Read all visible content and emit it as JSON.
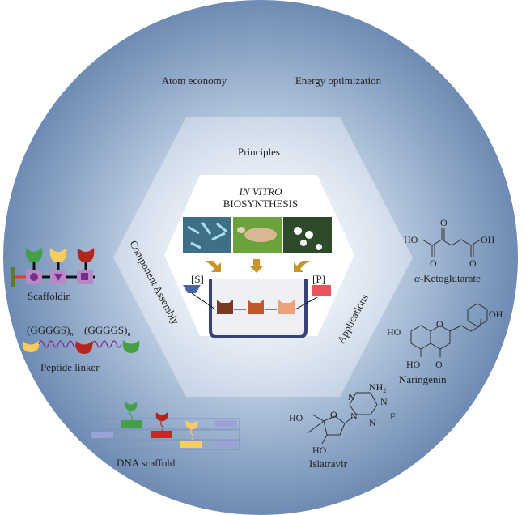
{
  "outer_ring": {
    "left_label": "Atom economy",
    "right_label": "Energy optimization"
  },
  "hexagon": {
    "top_label": "Principles",
    "left_label": "Component Assembly",
    "right_label": "Applications"
  },
  "center": {
    "title_italic": "IN VITRO",
    "title": "BIOSYNTHESIS",
    "substrate": "[S]",
    "product": "[P]",
    "sources": [
      "microorganism-photo",
      "sheep-photo",
      "flower-photo"
    ]
  },
  "assembly": {
    "scaffoldin": "Scaffoldin",
    "linker_seq1": "(GGGGS)",
    "linker_seq2": "(GGGGS)",
    "linker_sub": "n",
    "peptide_linker": "Peptide linker",
    "dna_scaffold": "DNA scaffold"
  },
  "applications": {
    "akg": {
      "name_prefix": "α",
      "name": "-Ketoglutarate",
      "ho": "HO",
      "oh": "OH",
      "o": "O"
    },
    "naringenin": {
      "name": "Naringenin",
      "ho": "HO",
      "oh": "OH",
      "o": "O"
    },
    "islatravir": {
      "name": "Islatravir",
      "ho": "HO",
      "nh2": "NH",
      "two": "2",
      "n": "N",
      "f": "F",
      "o": "O"
    }
  },
  "colors": {
    "ring_dark": "#6f8db4",
    "ring_light": "#c9d7e8",
    "enzyme1": "#7a3a22",
    "enzyme2": "#c0592a",
    "enzyme3": "#eda07c",
    "product": "#e9535a",
    "substrate": "#4a64a8",
    "arrow": "#c8952a"
  }
}
